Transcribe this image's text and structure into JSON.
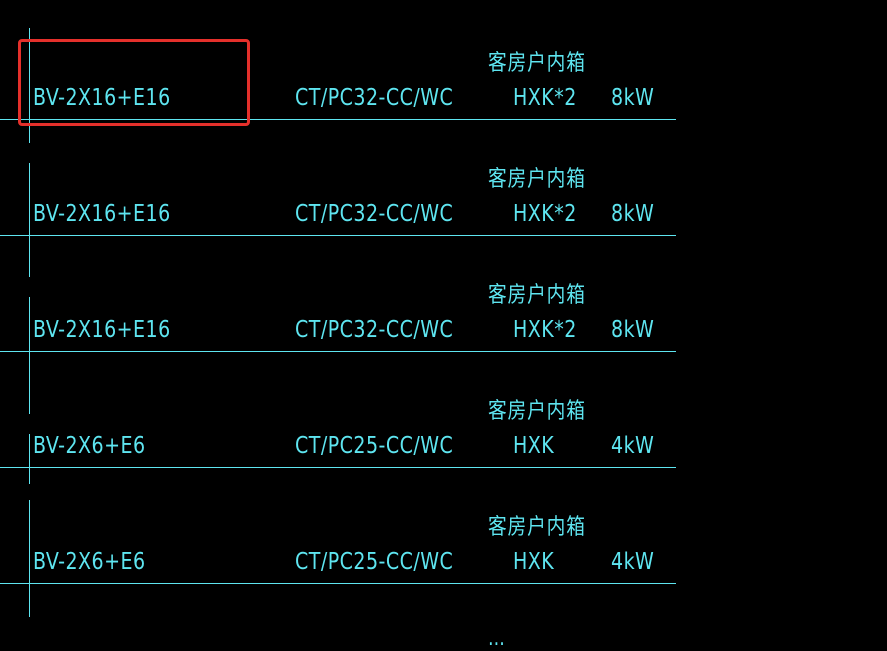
{
  "colors": {
    "background": "#000000",
    "cad_text": "#5ee5f0",
    "cad_line": "#5ee5f0",
    "highlight": "#e5302b"
  },
  "rows": [
    {
      "cable": "BV-2X16+E16",
      "conduit": "CT/PC32-CC/WC",
      "box_label": "客房户内箱",
      "box_code": "HXK*2",
      "power": "8kW"
    },
    {
      "cable": "BV-2X16+E16",
      "conduit": "CT/PC32-CC/WC",
      "box_label": "客房户内箱",
      "box_code": "HXK*2",
      "power": "8kW"
    },
    {
      "cable": "BV-2X16+E16",
      "conduit": "CT/PC32-CC/WC",
      "box_label": "客房户内箱",
      "box_code": "HXK*2",
      "power": "8kW"
    },
    {
      "cable": "BV-2X6+E6",
      "conduit": "CT/PC25-CC/WC",
      "box_label": "客房户内箱",
      "box_code": "HXK",
      "power": "4kW"
    },
    {
      "cable": "BV-2X6+E6",
      "conduit": "CT/PC25-CC/WC",
      "box_label": "客房户内箱",
      "box_code": "HXK",
      "power": "4kW"
    }
  ],
  "partial_row": {
    "box_label": "…"
  },
  "selection": {
    "row_index": 0,
    "field": "cable"
  }
}
